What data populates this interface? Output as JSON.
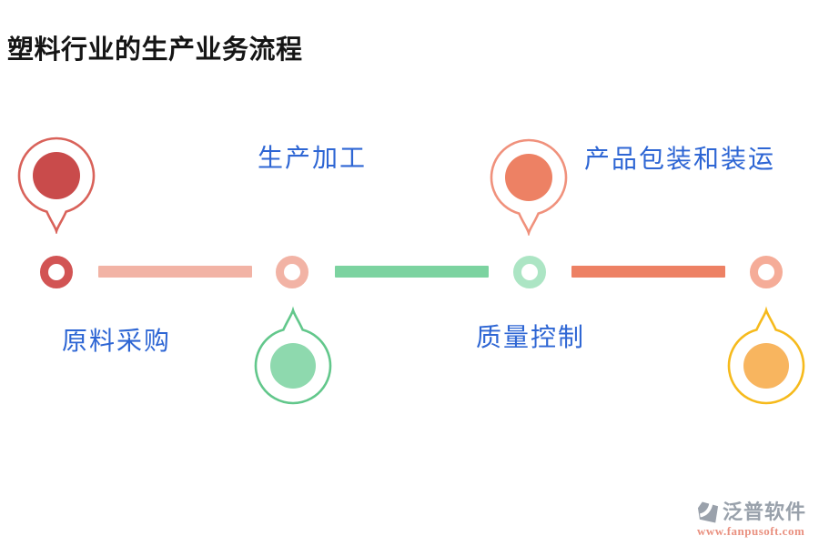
{
  "page": {
    "title": "塑料行业的生产业务流程",
    "title_color": "#151515",
    "label_color": "#2e66d4"
  },
  "steps": [
    {
      "label": "原料采购",
      "balloon_position": "above-timeline",
      "label_position": "below-timeline",
      "colors": {
        "balloon_outline": "#d9625a",
        "balloon_fill": "#c94b4b",
        "marker_ring": "#d25454"
      }
    },
    {
      "label": "生产加工",
      "balloon_position": "below-timeline",
      "label_position": "above-timeline",
      "colors": {
        "balloon_outline": "#62c78b",
        "balloon_fill": "#8ed9ae",
        "marker_ring": "#f2b3a5"
      }
    },
    {
      "label": "质量控制",
      "balloon_position": "above-timeline",
      "label_position": "below-timeline",
      "colors": {
        "balloon_outline": "#f0917c",
        "balloon_fill": "#ed8164",
        "marker_ring": "#ace5c4"
      }
    },
    {
      "label": "产品包装和装运",
      "balloon_position": "below-timeline",
      "label_position": "above-timeline",
      "colors": {
        "balloon_outline": "#f6ba1c",
        "balloon_fill": "#f8b55f",
        "marker_ring": "#f5ac98"
      }
    }
  ],
  "timeline": {
    "segments": [
      {
        "color": "#f2b3a5"
      },
      {
        "color": "#7cd3a0"
      },
      {
        "color": "#ed8164"
      }
    ]
  },
  "watermark": {
    "brand": "泛普软件",
    "url": "www.fanpusoft.com",
    "brand_color": "#99a1ab",
    "url_color": "#e9907f",
    "icon_color": "#9aa1ab"
  }
}
